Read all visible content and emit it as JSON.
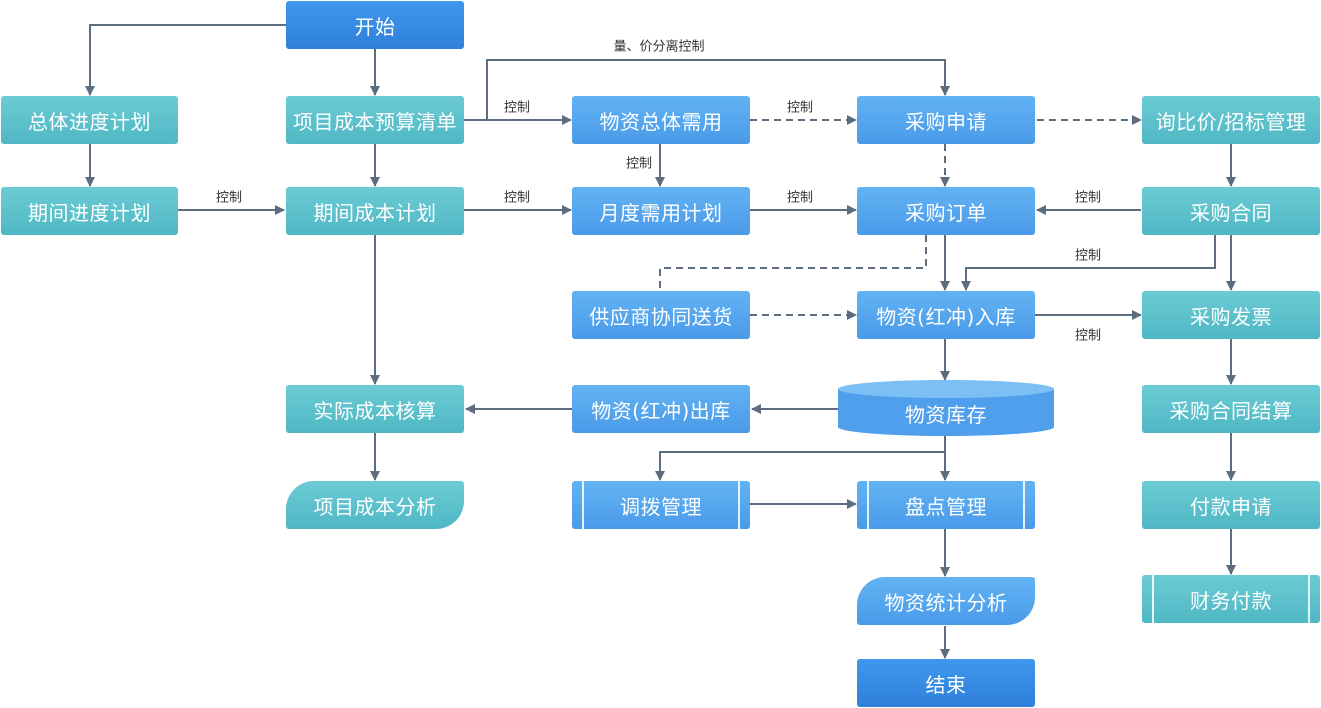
{
  "nodes": {
    "start": "开始",
    "overall_schedule_plan": "总体进度计划",
    "period_schedule_plan": "期间进度计划",
    "project_cost_budget_list": "项目成本预算清单",
    "period_cost_plan": "期间成本计划",
    "actual_cost_accounting": "实际成本核算",
    "project_cost_analysis": "项目成本分析",
    "material_overall_demand": "物资总体需用",
    "monthly_demand_plan": "月度需用计划",
    "supplier_delivery": "供应商协同送货",
    "material_outbound": "物资(红冲)出库",
    "transfer_management": "调拨管理",
    "purchase_request": "采购申请",
    "purchase_order": "采购订单",
    "material_inbound": "物资(红冲)入库",
    "material_inventory": "物资库存",
    "stocktaking_management": "盘点管理",
    "material_statistics_analysis": "物资统计分析",
    "end": "结束",
    "inquiry_bidding_management": "询比价/招标管理",
    "purchase_contract": "采购合同",
    "purchase_invoice": "采购发票",
    "purchase_contract_settlement": "采购合同结算",
    "payment_request": "付款申请",
    "financial_payment": "财务付款"
  },
  "labels": {
    "quantity_price_separation_control": "量、价分离控制",
    "control": "控制"
  },
  "colors": {
    "teal": "#55bcc7",
    "blue": "#55a6ee",
    "dark_blue": "#3589e0",
    "line": "#5d6d80"
  }
}
